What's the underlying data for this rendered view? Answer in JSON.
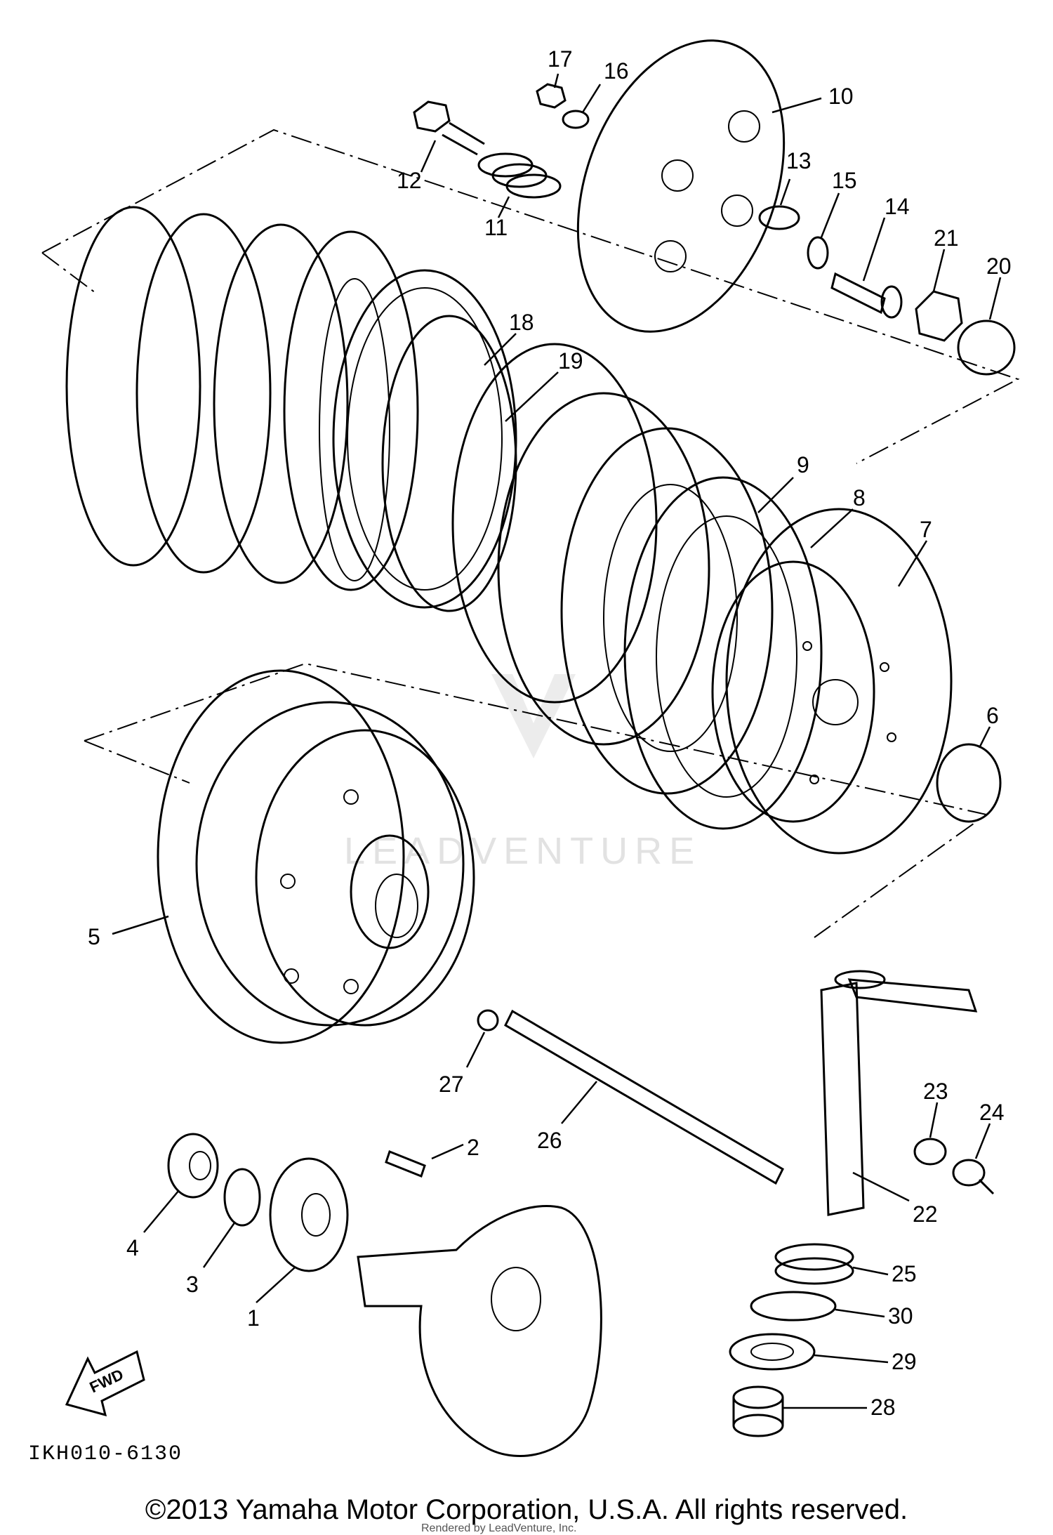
{
  "diagram": {
    "code": "IKH010-6130",
    "fwd_label": "FWD",
    "watermark": "LEADVENTURE",
    "parts": [
      {
        "id": "1",
        "label": "1"
      },
      {
        "id": "2",
        "label": "2"
      },
      {
        "id": "3",
        "label": "3"
      },
      {
        "id": "4",
        "label": "4"
      },
      {
        "id": "5",
        "label": "5"
      },
      {
        "id": "6",
        "label": "6"
      },
      {
        "id": "7",
        "label": "7"
      },
      {
        "id": "8",
        "label": "8"
      },
      {
        "id": "9",
        "label": "9"
      },
      {
        "id": "10",
        "label": "10"
      },
      {
        "id": "11",
        "label": "11"
      },
      {
        "id": "12",
        "label": "12"
      },
      {
        "id": "13",
        "label": "13"
      },
      {
        "id": "14",
        "label": "14"
      },
      {
        "id": "15",
        "label": "15"
      },
      {
        "id": "16",
        "label": "16"
      },
      {
        "id": "17",
        "label": "17"
      },
      {
        "id": "18",
        "label": "18"
      },
      {
        "id": "19",
        "label": "19"
      },
      {
        "id": "20",
        "label": "20"
      },
      {
        "id": "21",
        "label": "21"
      },
      {
        "id": "22",
        "label": "22"
      },
      {
        "id": "23",
        "label": "23"
      },
      {
        "id": "24",
        "label": "24"
      },
      {
        "id": "25",
        "label": "25"
      },
      {
        "id": "26",
        "label": "26"
      },
      {
        "id": "27",
        "label": "27"
      },
      {
        "id": "28",
        "label": "28"
      },
      {
        "id": "29",
        "label": "29"
      },
      {
        "id": "30",
        "label": "30"
      }
    ]
  },
  "footer": {
    "copyright": "©2013 Yamaha Motor Corporation, U.S.A. All rights reserved.",
    "rendered_by": "Rendered by LeadVenture, Inc."
  }
}
